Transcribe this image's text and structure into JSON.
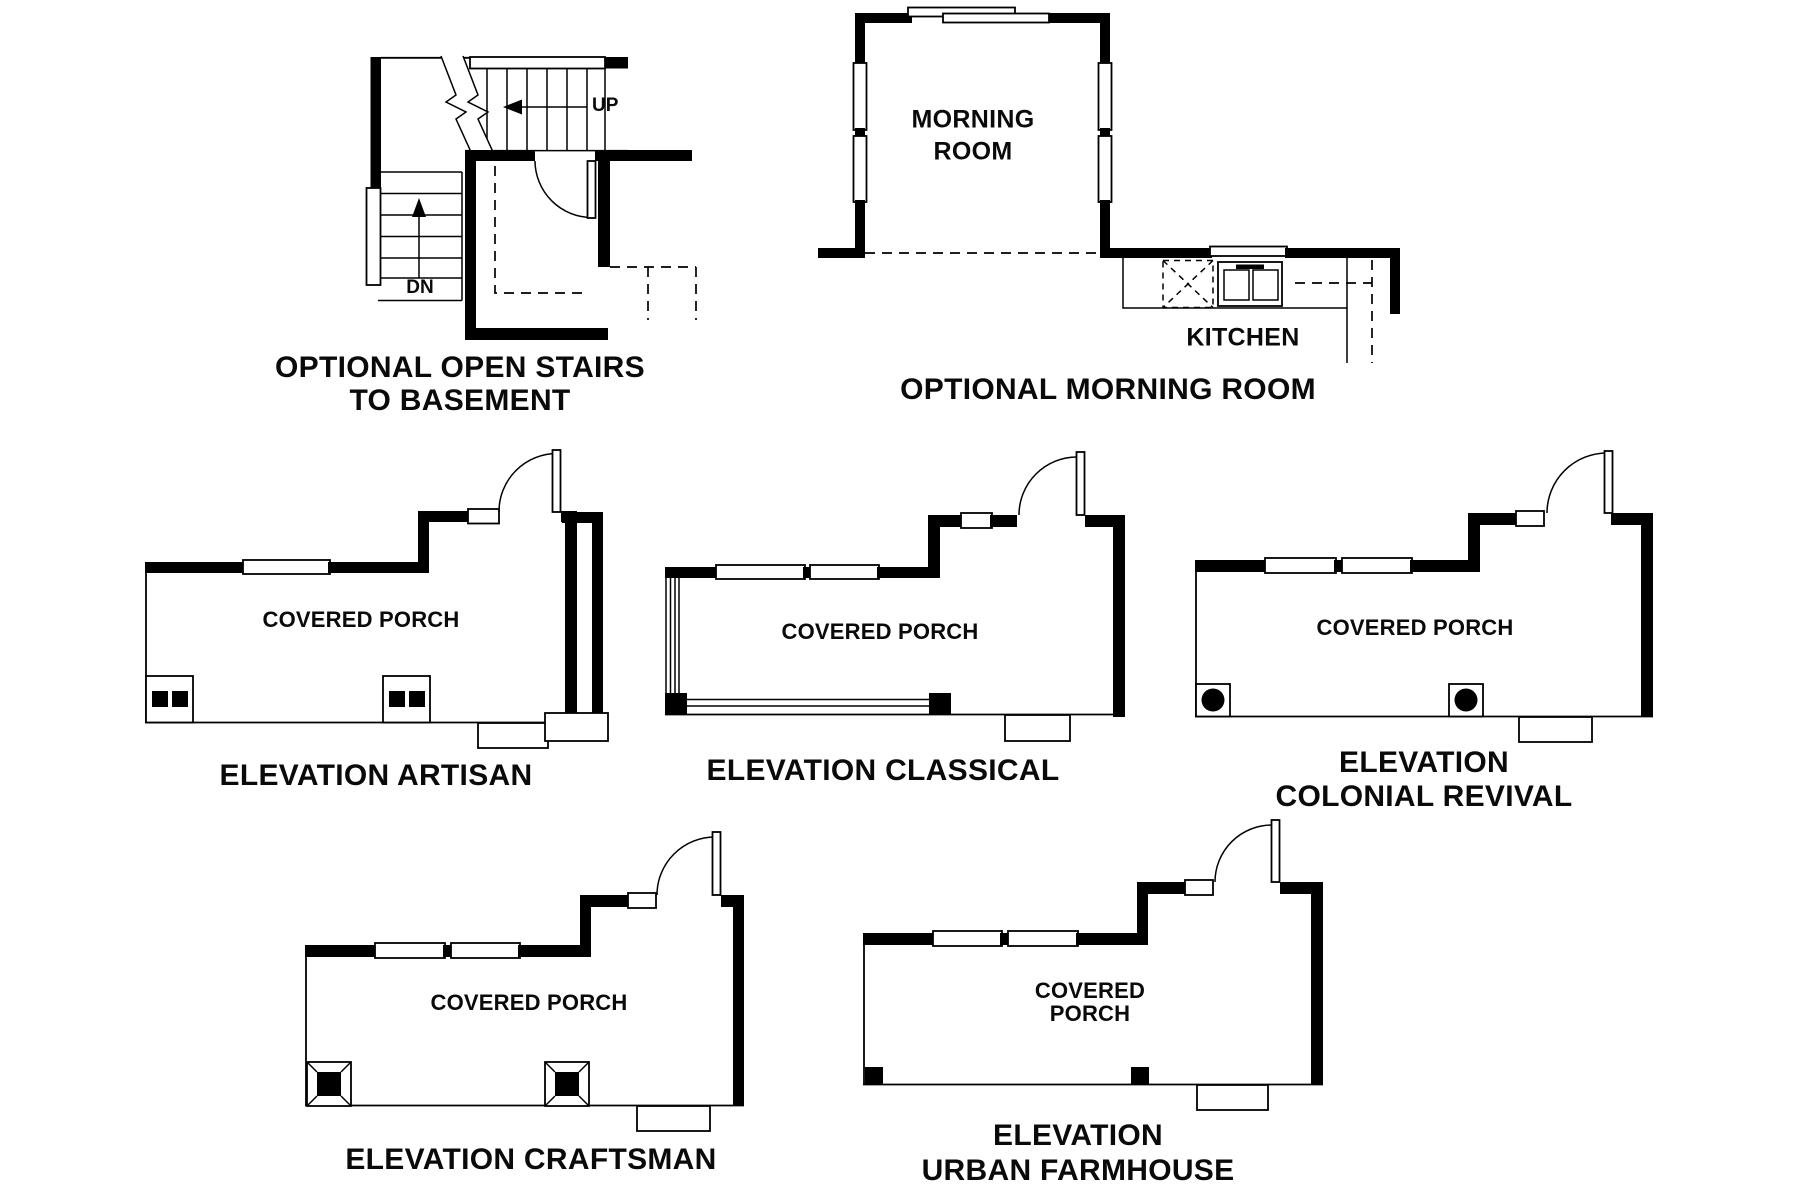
{
  "page": {
    "background": "#ffffff",
    "ink": "#000000"
  },
  "stairs": {
    "title_line1": "OPTIONAL OPEN STAIRS",
    "title_line2": "TO BASEMENT",
    "up": "UP",
    "dn": "DN"
  },
  "morning_room": {
    "title": "OPTIONAL MORNING ROOM",
    "room_line1": "MORNING",
    "room_line2": "ROOM",
    "kitchen": "KITCHEN"
  },
  "elevations": {
    "artisan": {
      "porch": "COVERED PORCH",
      "title": "ELEVATION ARTISAN"
    },
    "classical": {
      "porch": "COVERED PORCH",
      "title": "ELEVATION CLASSICAL"
    },
    "colonial_revival": {
      "porch": "COVERED PORCH",
      "title_line1": "ELEVATION",
      "title_line2": "COLONIAL REVIVAL"
    },
    "craftsman": {
      "porch": "COVERED PORCH",
      "title": "ELEVATION CRAFTSMAN"
    },
    "urban_farmhouse": {
      "porch_line1": "COVERED",
      "porch_line2": "PORCH",
      "title_line1": "ELEVATION",
      "title_line2": "URBAN FARMHOUSE"
    }
  }
}
